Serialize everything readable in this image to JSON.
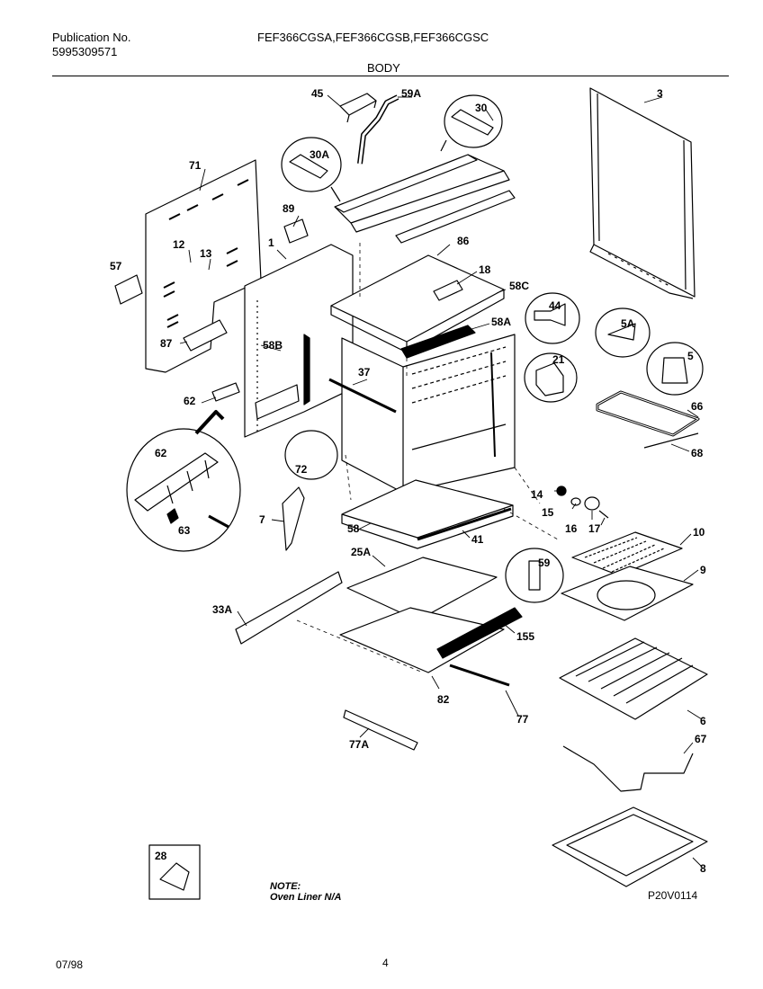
{
  "header": {
    "publication_label": "Publication No.",
    "publication_number": "5995309571",
    "models": "FEF366CGSA,FEF366CGSB,FEF366CGSC",
    "section": "BODY"
  },
  "parts": {
    "p45": "45",
    "p59a": "59A",
    "p30": "30",
    "p3": "3",
    "p30a": "30A",
    "p71": "71",
    "p89": "89",
    "p86": "86",
    "p1": "1",
    "p12": "12",
    "p13": "13",
    "p57": "57",
    "p18": "18",
    "p58c": "58C",
    "p44": "44",
    "p87": "87",
    "p58b": "58B",
    "p58a": "58A",
    "p5a": "5A",
    "p5": "5",
    "p21": "21",
    "p37": "37",
    "p62a": "62",
    "p66": "66",
    "p68": "68",
    "p72": "72",
    "p62b": "62",
    "p63": "63",
    "p14": "14",
    "p15": "15",
    "p16": "16",
    "p17": "17",
    "p7": "7",
    "p58": "58",
    "p41": "41",
    "p10": "10",
    "p25a": "25A",
    "p59": "59",
    "p9": "9",
    "p33a": "33A",
    "p155": "155",
    "p82": "82",
    "p77": "77",
    "p6": "6",
    "p77a": "77A",
    "p67": "67",
    "p28": "28",
    "p8": "8"
  },
  "note": {
    "title": "NOTE:",
    "text": "Oven Liner N/A"
  },
  "figure_code": "P20V0114",
  "footer": {
    "date": "07/98",
    "page": "4"
  }
}
